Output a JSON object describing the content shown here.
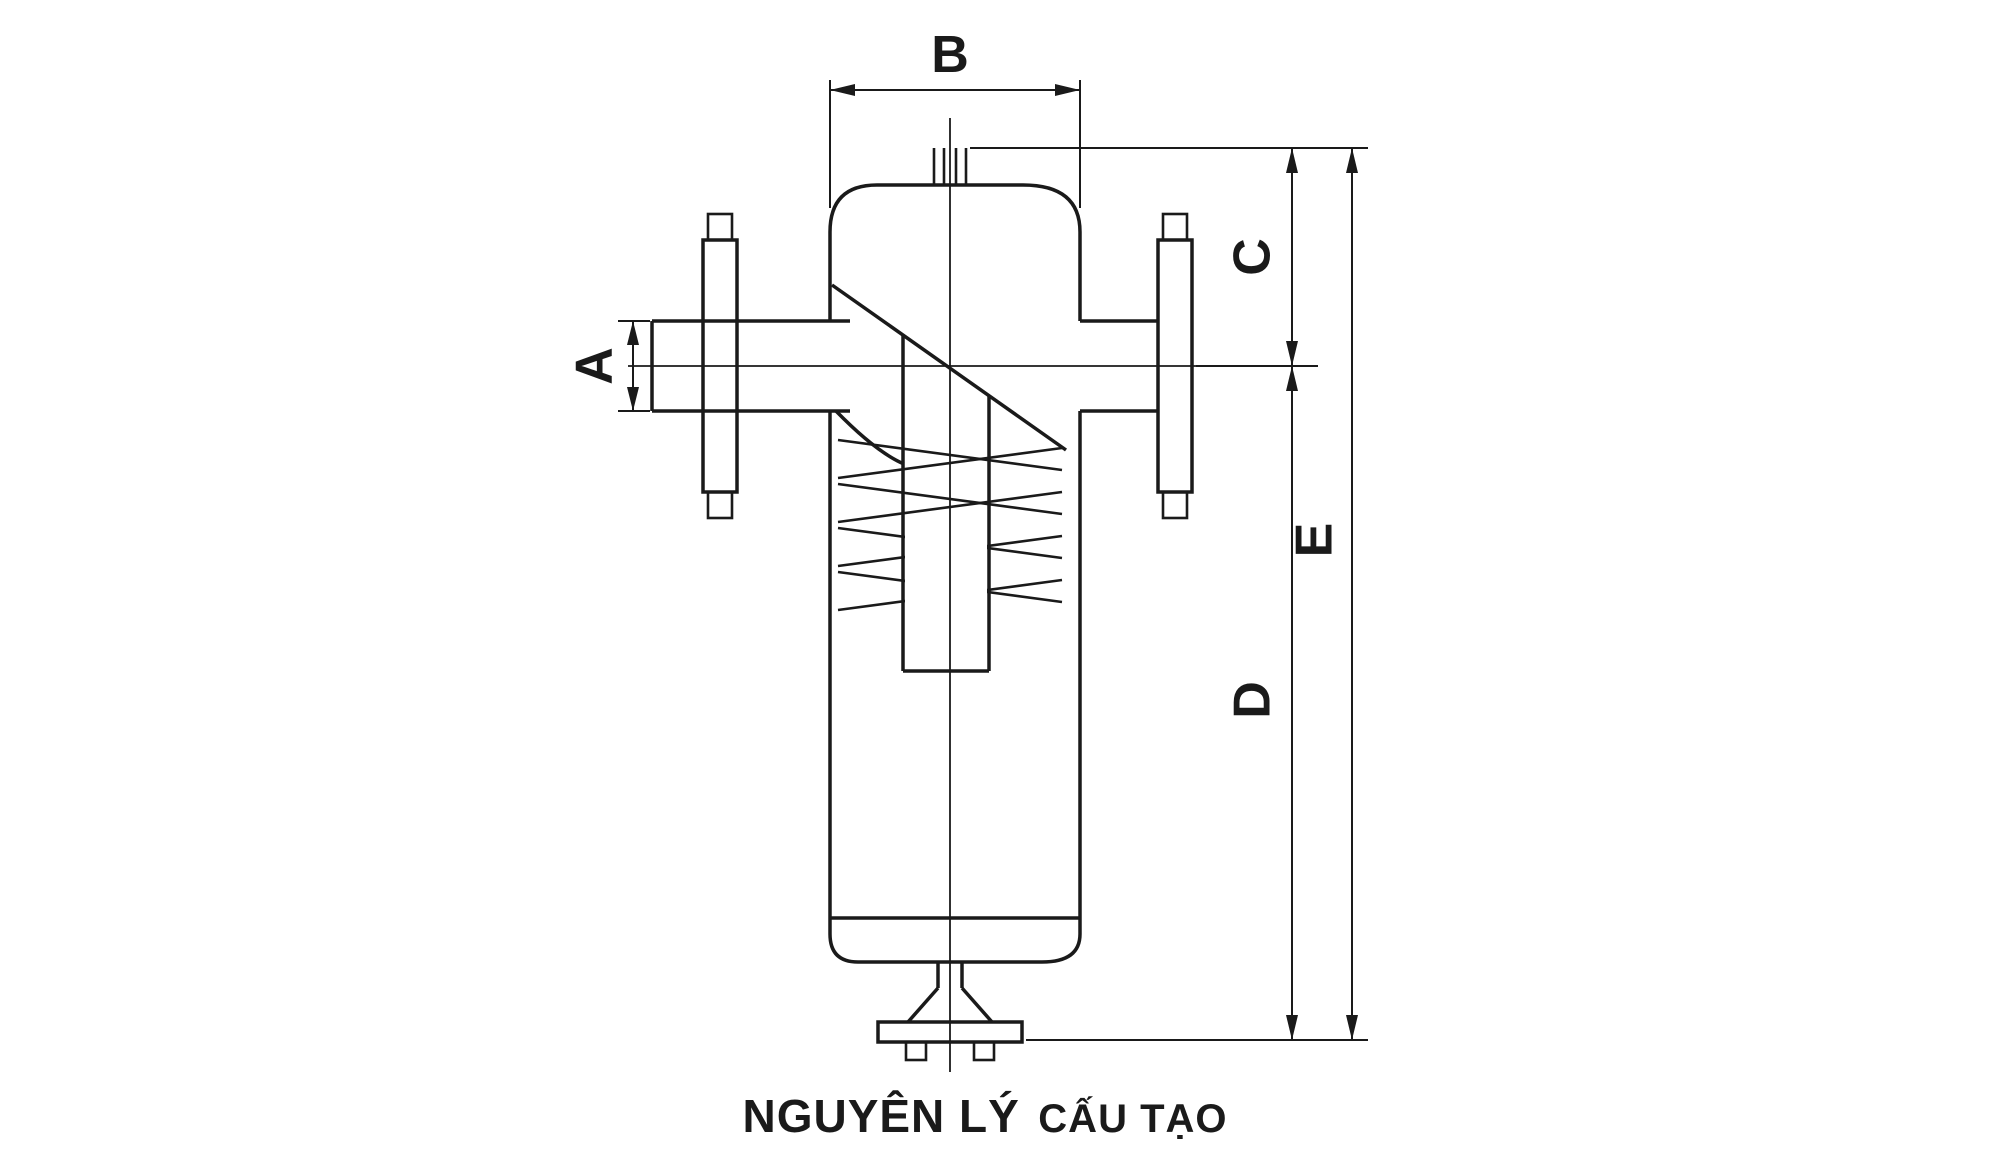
{
  "diagram": {
    "caption": {
      "full": "NGUYÊN LÝ CẤU TẠO",
      "primary": "NGUYÊN LÝ",
      "secondary": "CẤU TẠO"
    },
    "dimensions": {
      "a": "A",
      "b": "B",
      "c": "C",
      "d": "D",
      "e": "E"
    },
    "colors": {
      "line": "#1a1a1a",
      "background": "#ffffff"
    }
  }
}
